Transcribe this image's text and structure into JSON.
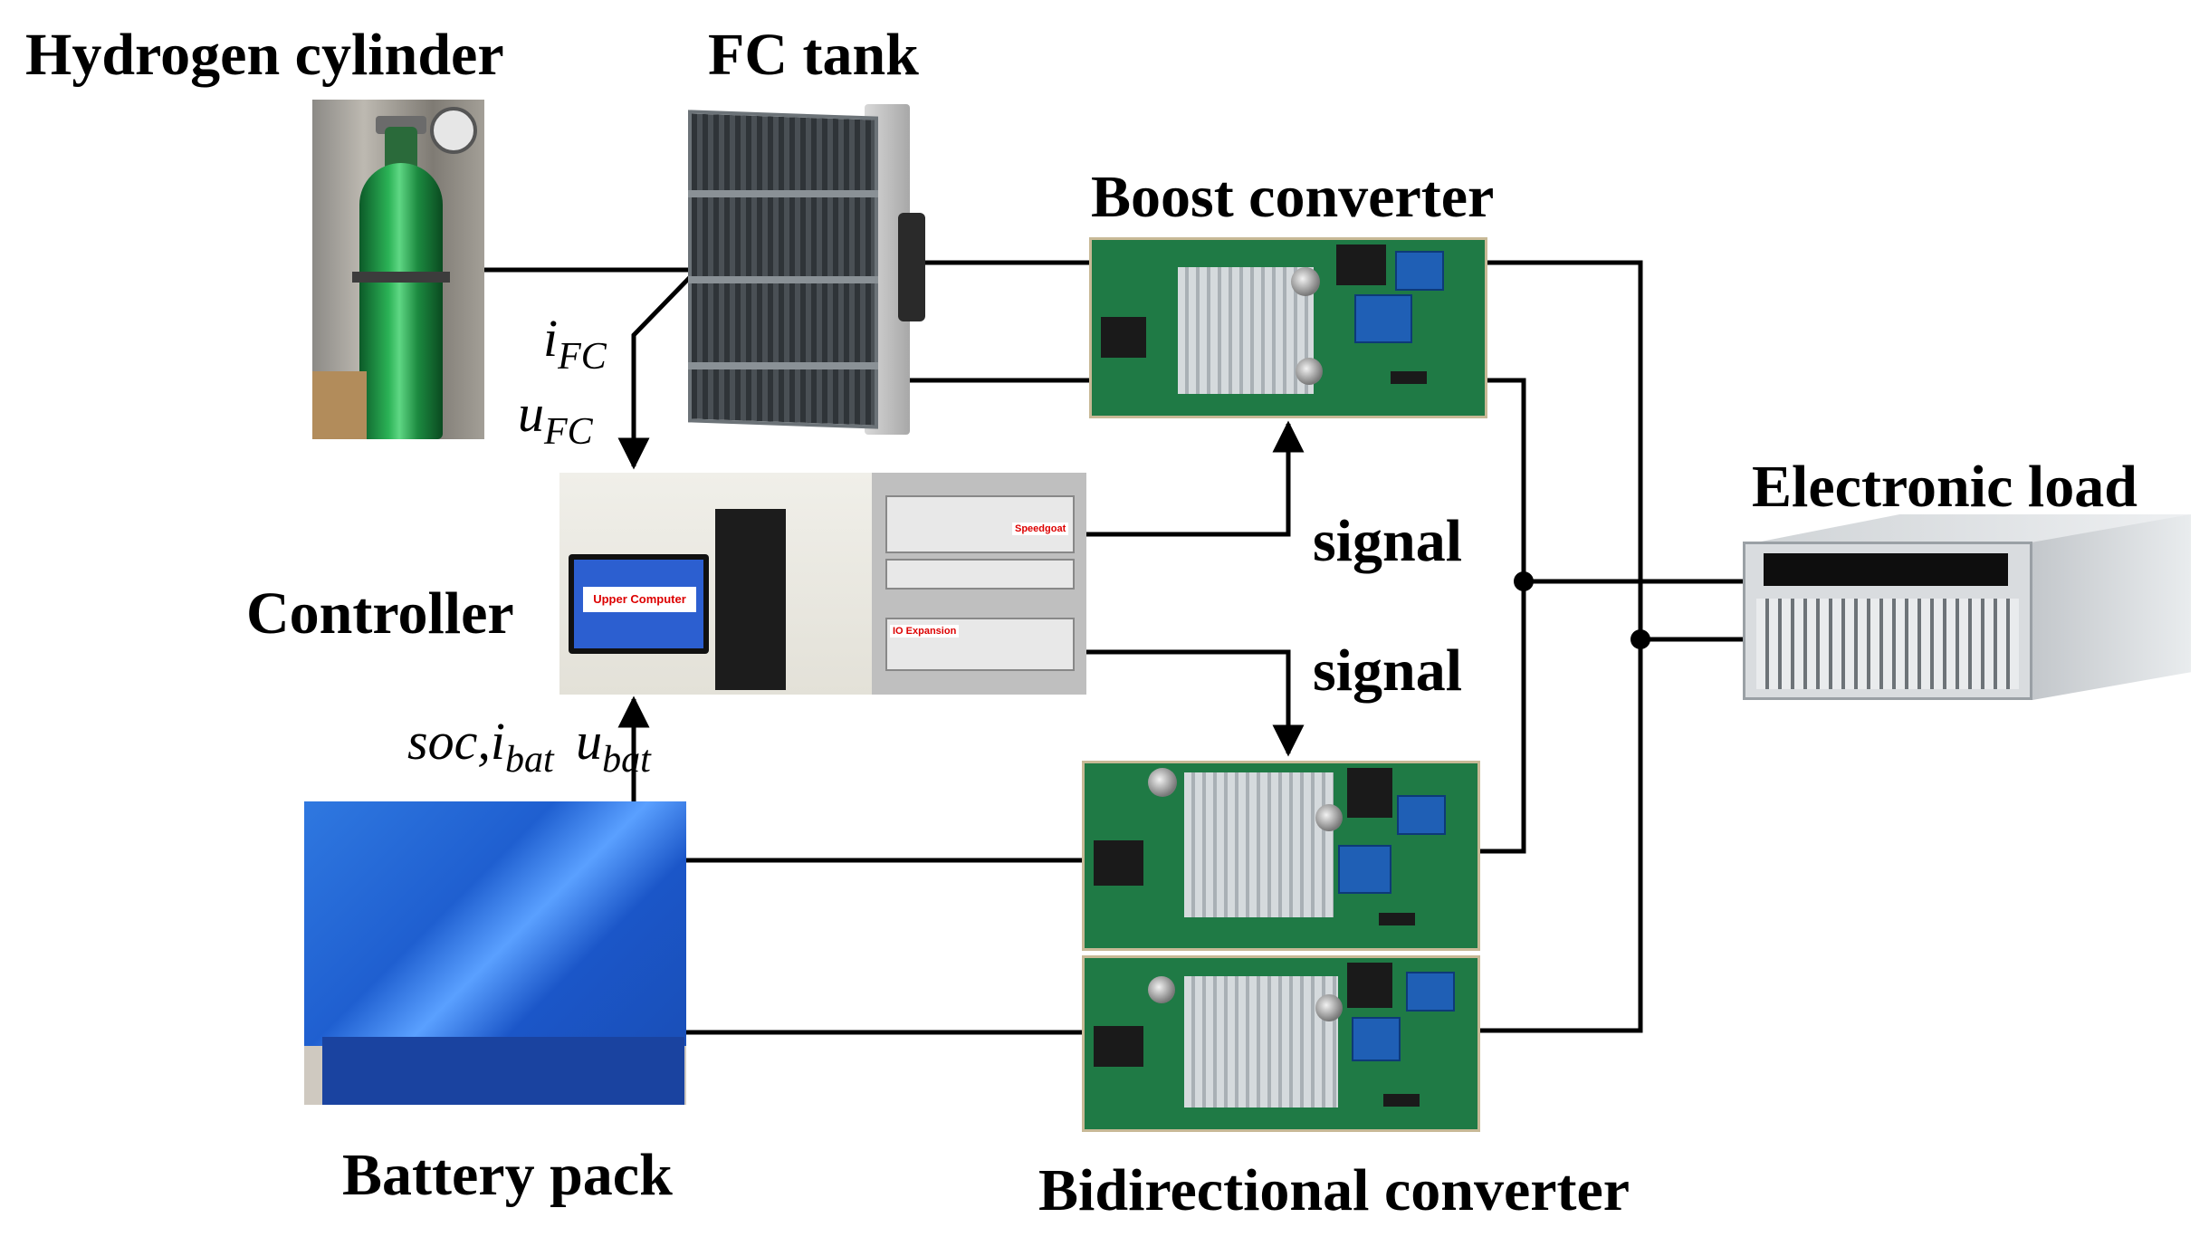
{
  "labels": {
    "hydrogen_cylinder": "Hydrogen cylinder",
    "fc_tank": "FC tank",
    "boost_converter": "Boost converter",
    "electronic_load": "Electronic load",
    "controller": "Controller",
    "battery_pack": "Battery pack",
    "bidirectional_converter": "Bidirectional converter",
    "signal_top": "signal",
    "signal_bottom": "signal"
  },
  "fc_signals": {
    "i_base": "i",
    "i_sub": "FC",
    "u_base": "u",
    "u_sub": "FC"
  },
  "bat_signals": {
    "soc": "soc,",
    "i_base": "i",
    "i_sub": "bat",
    "u_base": "u",
    "u_sub": "bat"
  },
  "photo_text": {
    "upper_computer": "Upper Computer",
    "rack_top": "Speedgoat",
    "rack_mid": "IO Expansion"
  }
}
